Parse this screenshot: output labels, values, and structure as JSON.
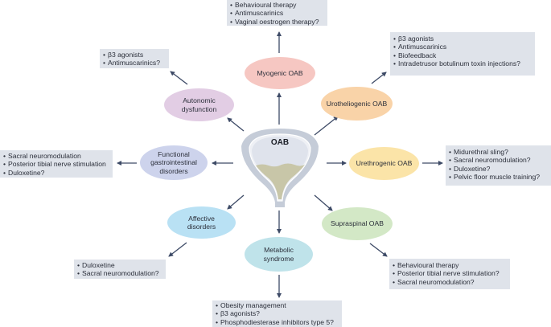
{
  "center": {
    "label": "OAB"
  },
  "colors": {
    "arrow": "#3d4a66",
    "box_bg": "#dfe3ea",
    "myogenic": "#f6c7c2",
    "urotheliogenic": "#f9d3a8",
    "urethrogenic": "#fbe4a8",
    "supraspinal": "#d3e8c6",
    "metabolic": "#bfe3ea",
    "affective": "#b9e1f4",
    "functional": "#cdd3ec",
    "autonomic": "#e2cde4",
    "bladder_outer": "#c5ccd8",
    "bladder_inner": "#dfe3ec",
    "urine": "#c8c6a8"
  },
  "nodes": [
    {
      "id": "myogenic",
      "label": "Myogenic OAB",
      "treatments": [
        "Behavioural therapy",
        "Antimuscarinics",
        "Vaginal oestrogen therapy?"
      ]
    },
    {
      "id": "urotheliogenic",
      "label": "Urotheliogenic OAB",
      "treatments": [
        "β3 agonists",
        "Antimuscarinics",
        "Biofeedback",
        "Intradetrusor botulinum toxin injections?"
      ]
    },
    {
      "id": "urethrogenic",
      "label": "Urethrogenic OAB",
      "treatments": [
        "Midurethral sling?",
        "Sacral neuromodulation?",
        "Duloxetine?",
        "Pelvic floor muscle training?"
      ]
    },
    {
      "id": "supraspinal",
      "label": "Supraspinal OAB",
      "treatments": [
        "Behavioural therapy",
        "Posterior tibial nerve stimulation?",
        "Sacral neuromodulation?"
      ]
    },
    {
      "id": "metabolic",
      "label": "Metabolic syndrome",
      "treatments": [
        "Obesity management",
        "β3 agonists?",
        "Phosphodiesterase inhibitors type 5?"
      ]
    },
    {
      "id": "affective",
      "label": "Affective disorders",
      "treatments": [
        "Duloxetine",
        "Sacral neuromodulation?"
      ]
    },
    {
      "id": "functional",
      "label": "Functional gastrointestinal disorders",
      "treatments": [
        "Sacral neuromodulation",
        "Posterior tibial nerve stimulation",
        "Duloxetine?"
      ]
    },
    {
      "id": "autonomic",
      "label": "Autonomic dysfunction",
      "treatments": [
        "β3 agonists",
        "Antimuscarinics?"
      ]
    }
  ]
}
